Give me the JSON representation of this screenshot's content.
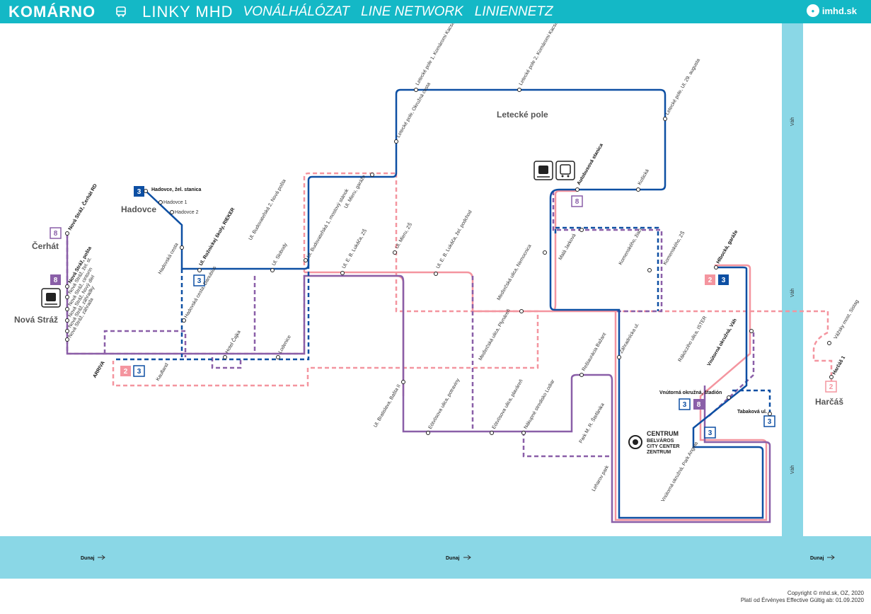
{
  "header": {
    "city": "KOMÁRNO",
    "title": "LINKY MHD",
    "translations": [
      "VONÁLHÁLÓZAT",
      "LINE NETWORK",
      "LINIENNETZ"
    ],
    "logo_text": "imhd.sk",
    "logo_icon": "imhd",
    "bus_icon": "bus-icon"
  },
  "colors": {
    "header_bg": "#14b8c6",
    "line3": "#0d4fa3",
    "line8": "#8a5fa8",
    "line2": "#f4959f",
    "river": "#8ad7e6"
  },
  "lines": [
    {
      "id": "3",
      "color": "#0d4fa3"
    },
    {
      "id": "8",
      "color": "#8a5fa8"
    },
    {
      "id": "2",
      "color": "#f4959f"
    }
  ],
  "rivers": {
    "vah": "Váh",
    "dunaj": "Dunaj"
  },
  "areas": {
    "hadovce": "Hadovce",
    "cerhat": "Čerhát",
    "nova_straz": "Nová Stráž",
    "letecke_pole": "Letecké pole",
    "harcas": "Harčáš",
    "centrum": [
      "CENTRUM",
      "BELVÁROS",
      "CITY CENTER",
      "ZENTRUM"
    ]
  },
  "stops": {
    "hadovce_stanica": "Hadovce, žel. stanica",
    "hadovce1": "Hadovce 1",
    "hadovce2": "Hadovce 2",
    "hadovska": "Hadovská cesta",
    "rozmajova": "Ul. Rožníckej školy, RIEKER",
    "budovatelska2": "Ul. Budovateľská 2, Nová pošta",
    "slobody": "Ul. Slobody",
    "budovatelska1": "Ul. Budovateľská 1, mostový stánok",
    "meru_garaze": "Ul. Mieru, garáže",
    "eb_lukaca_zs": "Ul. E. B. Lukáča, ZŠ",
    "meru_zs": "Ul. Mieru, ZŠ",
    "eb_lukaca_podchod": "Ul. E. B. Lukáča, žel. podchod",
    "letecke1": "Letecké pole 1, Komáromi Kacsa",
    "letecke_okruzna": "Letecké pole, Okružná cesta",
    "letecke2": "Letecké pole 2, Komáromi Kacsa",
    "letecke29": "Letecké pole, Ul. 29. augusta",
    "autobusova": "Autobusová stanica",
    "kosicka": "Košická",
    "mala_jarkova": "Malá Jarková",
    "komenskeho_ziaci": "Komenského, žiaci",
    "komenskeho_zs": "Komenského, ZŠ",
    "medercska_nemocnica": "Meďerčská ulica, Nemocnica",
    "medercska_plynaren": "Meďerčská ulica, Plynáreň",
    "cerhat_rd": "Nová Stráž, Čerhát RD",
    "nova_straz_posta": "Nová Stráž, pošta",
    "nova_straz_zel": "Nová Stráž, žel. st.",
    "nova_straz_cintorin": "Nová Stráž, cintorín",
    "nova_straz_novy": "Nová Stráž, Nový diel",
    "nova_straz_zahradky": "Nová Stráž, záhradky",
    "nova_straz_zahrada": "Nová Stráž, záhrada",
    "arriva": "ARRIVA",
    "kaufland": "Kaufland",
    "hadovska_danubius": "Hadovská cesta, Danubius",
    "hotel_cajka": "Hotel Čajka",
    "lodenice": "Lodenice",
    "bratislava_basta": "Ul. Bratislava, Bašta II",
    "eotvosova_potraviny": "Eötvösova ulica, potraviny",
    "eotvosova_plavaren": "Eötvösova ulica, plaváreň",
    "nakupne": "Nákupné stredisko Lodiar",
    "park_stefanika": "Park M. R. Štefánika",
    "restauracia": "Reštaurácia Bažant",
    "zahradnicka": "Záhradnícka ul.",
    "leharov": "Leharov park",
    "rakocziho": "Rákócziho ulica, ISTER",
    "hlbocka": "Hlbocká, garáže",
    "vnutorna_vah": "Vnútorná okružná, Váh",
    "vnutorna_stadion": "Vnútorná okružná, štadión",
    "tabakova": "Tabaková ul.",
    "vnutorna_park": "Vnútorná okružná, Park Angela",
    "vasky_most": "Vážsky most, Sistag",
    "harcas1": "Harčáš 1"
  },
  "copyright": [
    "Copyright © mhd.sk, OZ, 2020",
    "Platí od  Érvényes  Effective  Gültig ab: 01.09.2020"
  ]
}
